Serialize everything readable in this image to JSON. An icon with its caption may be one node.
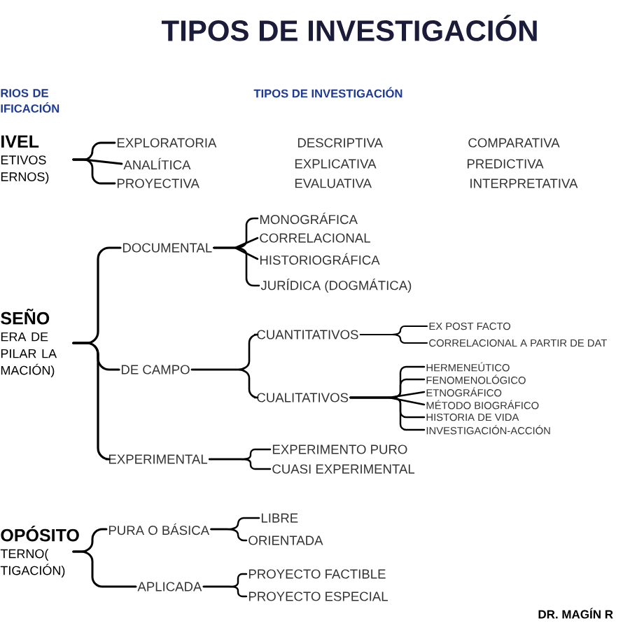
{
  "diagram": {
    "title": "TIPOS DE INVESTIGACIÓN",
    "nodes": [
      {
        "text": [
          "IVEL",
          "ETIVOS ERNOS)"
        ]
      },
      {
        "text": [
          "EXPLORATORIA"
        ]
      },
      {
        "text": [
          "ANALÍTICA"
        ]
      },
      {
        "text": [
          "PROYECTIVA"
        ]
      },
      {
        "text": [
          "DESCRIPTIVA"
        ]
      },
      {
        "text": [
          "EXPLICATIVA"
        ]
      },
      {
        "text": [
          "EVALUATIVA"
        ]
      },
      {
        "text": [
          "COMPARATIVA"
        ]
      },
      {
        "text": [
          "PREDICTIVA"
        ]
      },
      {
        "text": [
          "INTERPRETATIVA"
        ]
      },
      {
        "text": [
          "SEÑO",
          "ERA DE PILAR LA MACIÓN)"
        ]
      },
      {
        "text": [
          "DOCUMENTAL"
        ]
      },
      {
        "text": [
          "MONOGRÁFICA"
        ]
      },
      {
        "text": [
          "CORRELACIONAL"
        ]
      },
      {
        "text": [
          "HISTORIOGRÁFICA"
        ]
      },
      {
        "text": [
          "JURÍDICA (DOGMÁTICA)"
        ]
      },
      {
        "text": [
          "DE CAMPO"
        ]
      },
      {
        "text": [
          "CUANTITATIVOS"
        ]
      },
      {
        "text": [
          "EX POST FACTO"
        ]
      },
      {
        "text": [
          "CORRELACIONAL A PARTIR DE DAT"
        ]
      },
      {
        "text": [
          "CUALITATIVOS"
        ]
      },
      {
        "text": [
          "HERMENEÚTICO"
        ]
      },
      {
        "text": [
          "FENOMENOLÓGICO"
        ]
      },
      {
        "text": [
          "ETNOGRÁFICO"
        ]
      },
      {
        "text": [
          "MÉTODO BIOGRÁFICO"
        ]
      },
      {
        "text": [
          "HISTORIA DE VIDA"
        ]
      },
      {
        "text": [
          "INVESTIGACIÓN-ACCIÓN"
        ]
      },
      {
        "text": [
          "EXPERIMENTAL"
        ]
      },
      {
        "text": [
          "EXPERIMENTO PURO"
        ]
      },
      {
        "text": [
          "CUASI EXPERIMENTAL"
        ]
      },
      {
        "text": [
          "OPÓSITO",
          "TERNO( TIGACIÓN)"
        ]
      },
      {
        "text": [
          "PURA O BÁSICA"
        ]
      },
      {
        "text": [
          "LIBRE"
        ]
      },
      {
        "text": [
          "ORIENTADA"
        ]
      },
      {
        "text": [
          "APLICADA"
        ]
      },
      {
        "text": [
          "PROYECTO FACTIBLE"
        ]
      },
      {
        "text": [
          "PROYECTO ESPECIAL"
        ]
      }
    ],
    "edges": [
      {
        "from": 0,
        "to": 1,
        "arrow": "none"
      },
      {
        "from": 0,
        "to": 2,
        "arrow": "none"
      },
      {
        "from": 0,
        "to": 3,
        "arrow": "none"
      },
      {
        "from": 10,
        "to": 11,
        "arrow": "none"
      },
      {
        "from": 10,
        "to": 16,
        "arrow": "none"
      },
      {
        "from": 10,
        "to": 27,
        "arrow": "none"
      },
      {
        "from": 11,
        "to": 12,
        "arrow": "none"
      },
      {
        "from": 11,
        "to": 13,
        "arrow": "none"
      },
      {
        "from": 11,
        "to": 14,
        "arrow": "none"
      },
      {
        "from": 11,
        "to": 15,
        "arrow": "none"
      },
      {
        "from": 16,
        "to": 17,
        "arrow": "none"
      },
      {
        "from": 16,
        "to": 20,
        "arrow": "none"
      },
      {
        "from": 17,
        "to": 18,
        "arrow": "none"
      },
      {
        "from": 17,
        "to": 19,
        "arrow": "none"
      },
      {
        "from": 20,
        "to": 21,
        "arrow": "none"
      },
      {
        "from": 20,
        "to": 22,
        "arrow": "none"
      },
      {
        "from": 20,
        "to": 23,
        "arrow": "none"
      },
      {
        "from": 20,
        "to": 24,
        "arrow": "none"
      },
      {
        "from": 20,
        "to": 25,
        "arrow": "none"
      },
      {
        "from": 20,
        "to": 26,
        "arrow": "none"
      },
      {
        "from": 27,
        "to": 28,
        "arrow": "none"
      },
      {
        "from": 27,
        "to": 29,
        "arrow": "none"
      },
      {
        "from": 30,
        "to": 31,
        "arrow": "none"
      },
      {
        "from": 30,
        "to": 34,
        "arrow": "none"
      },
      {
        "from": 31,
        "to": 32,
        "arrow": "none"
      },
      {
        "from": 31,
        "to": 33,
        "arrow": "none"
      },
      {
        "from": 34,
        "to": 35,
        "arrow": "none"
      },
      {
        "from": 34,
        "to": 36,
        "arrow": "none"
      }
    ],
    "labels": [
      "RIOS DE IFICACIÓN",
      "TIPOS DE INVESTIGACIÓN",
      "DR. MAGÍN R"
    ]
  }
}
